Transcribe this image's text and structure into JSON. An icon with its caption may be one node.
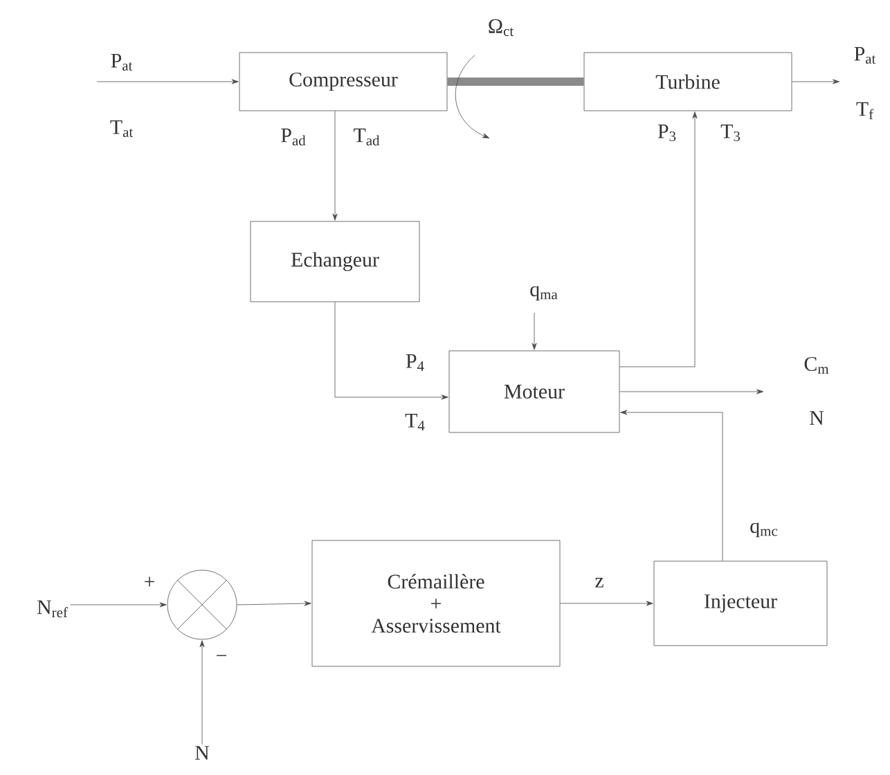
{
  "diagram": {
    "nodes": [
      {
        "text": [
          "Compresseur"
        ]
      },
      {
        "text": [
          "Turbine"
        ]
      },
      {
        "text": [
          "Echangeur"
        ]
      },
      {
        "text": [
          "Moteur"
        ]
      },
      {
        "text": [
          "Crémaillère + Asservissement"
        ]
      },
      {
        "text": [
          "Injecteur"
        ]
      },
      {
        "text": [],
        "shape": "circle"
      },
      {
        "text": [
          "N$_{ref}$"
        ]
      },
      {
        "text": [
          "N"
        ]
      }
    ],
    "edges": [
      {
        "from": null,
        "to": 0,
        "arrow": "to"
      },
      {
        "from": 0,
        "to": 1,
        "arrow": "none",
        "style": "thick",
        "color": "#8a8a8a"
      },
      {
        "from": 1,
        "to": null,
        "arrow": "to"
      },
      {
        "from": 0,
        "to": 2,
        "arrow": "to"
      },
      {
        "from": 2,
        "to": 3,
        "arrow": "to"
      },
      {
        "from": 3,
        "to": 1,
        "arrow": "to"
      },
      {
        "from": null,
        "to": 3,
        "arrow": "to"
      },
      {
        "from": 3,
        "to": null,
        "arrow": "to"
      },
      {
        "from": 5,
        "to": 3,
        "arrow": "to"
      },
      {
        "from": 7,
        "to": 6,
        "arrow": "to"
      },
      {
        "from": 8,
        "to": 6,
        "arrow": "to"
      },
      {
        "from": 6,
        "to": 4,
        "arrow": "to"
      },
      {
        "from": 4,
        "to": 5,
        "arrow": "to",
        "label": "z"
      }
    ],
    "labels": [
      "Ω$_{ct}$",
      "P$_{at}$",
      "T$_{at}$",
      "P$_{at}$",
      "T$_{f}$",
      "P$_{ad}$",
      "T$_{ad}$",
      "P$_{3}$",
      "T$_{3}$",
      "q$_{ma}$",
      "P$_{4}$",
      "T$_{4}$",
      "C$_{m}$",
      "N",
      "q$_{mc}$",
      "+",
      "−"
    ]
  }
}
